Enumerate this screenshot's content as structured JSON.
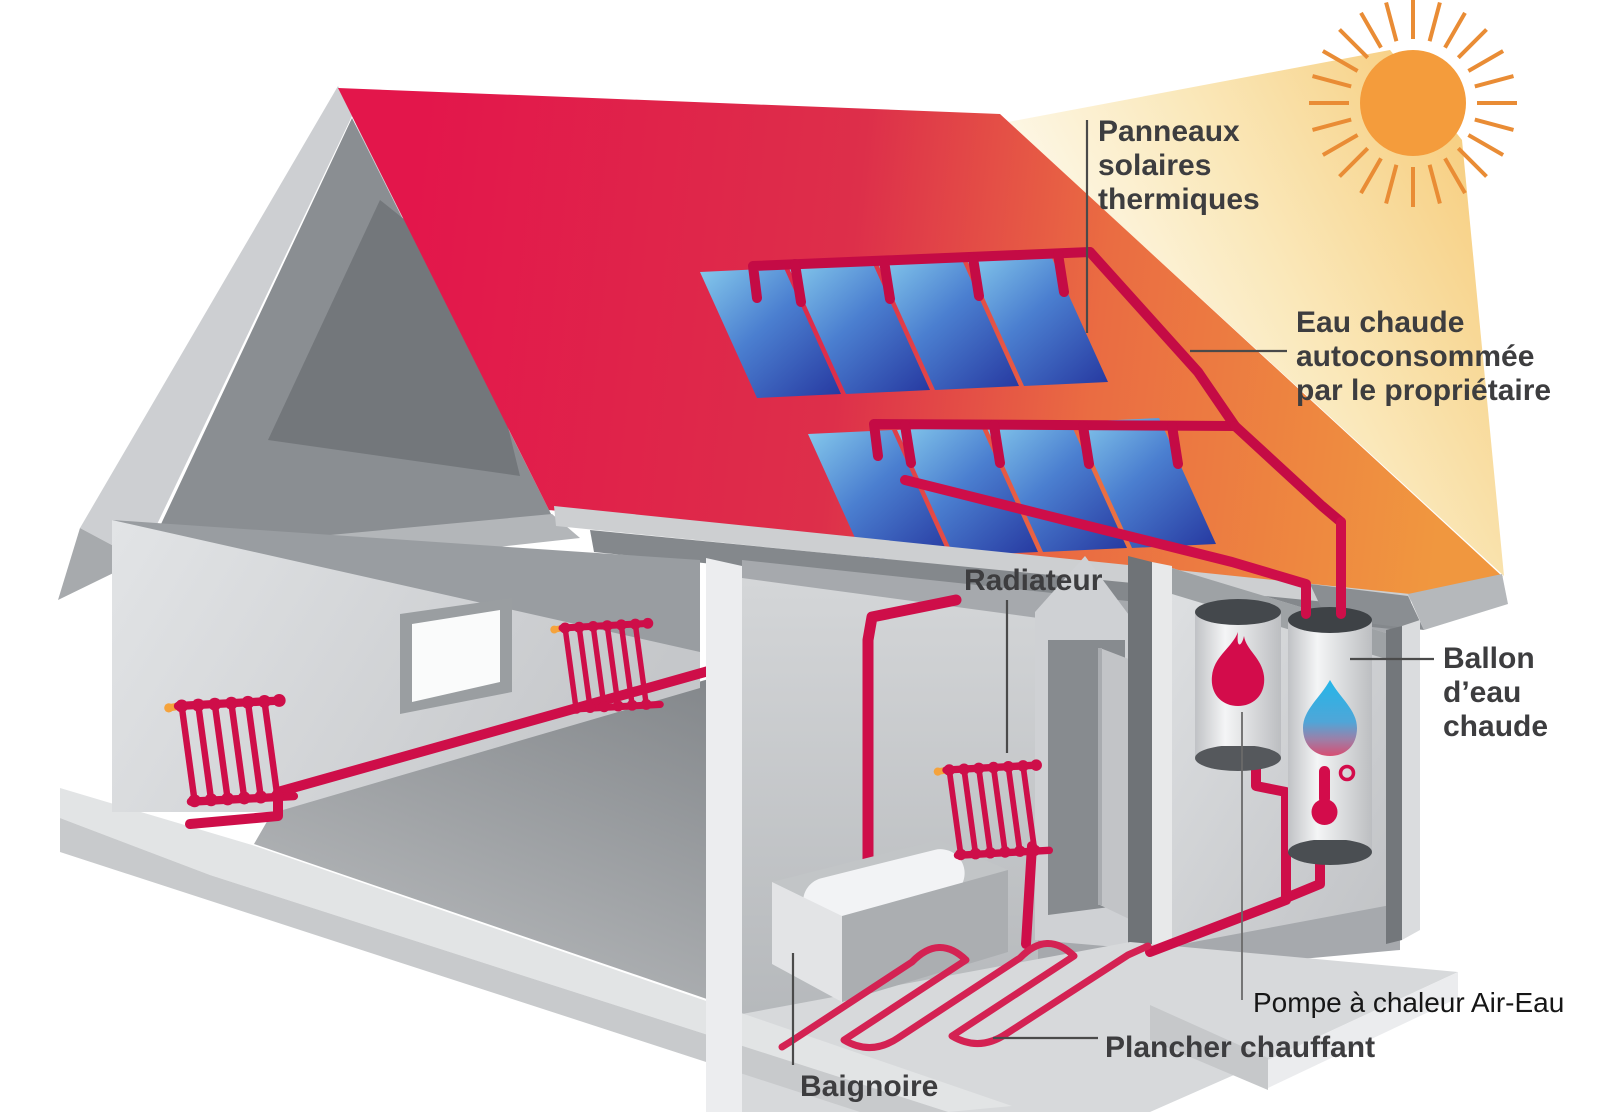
{
  "diagram": {
    "type": "cutaway-house-solar-thermal-heating-system",
    "labels": {
      "panneaux_solaires": {
        "line1": "Panneaux",
        "line2": "solaires",
        "line3": "thermiques"
      },
      "eau_chaude": {
        "line1": "Eau chaude",
        "line2": "autoconsommée",
        "line3": "par le propriétaire"
      },
      "ballon": {
        "line1": "Ballon",
        "line2": "d’eau",
        "line3": "chaude"
      },
      "radiateur": "Radiateur",
      "pompe_a_chaleur": "Pompe à chaleur Air-Eau",
      "plancher_chauffant": "Plancher chauffant",
      "baignoire": "Baignoire"
    },
    "icons": [
      "sun-icon",
      "flame-icon",
      "water-drop-icon",
      "thermometer-icon",
      "radiator-icon",
      "solar-panel-icon"
    ],
    "colors": {
      "pipe_crimson": "#ce0e49",
      "roof_red": "#e3164b",
      "roof_orange": "#f0973f",
      "sun_orange": "#f49c3c",
      "sun_ray": "#e98c35",
      "beam_gold": "#f7cf82",
      "panel_blue_light": "#7fc4ea",
      "panel_blue_dark": "#2638a0",
      "label_gray": "#3d3d3f",
      "wall_gray": "#d8dadc"
    }
  }
}
